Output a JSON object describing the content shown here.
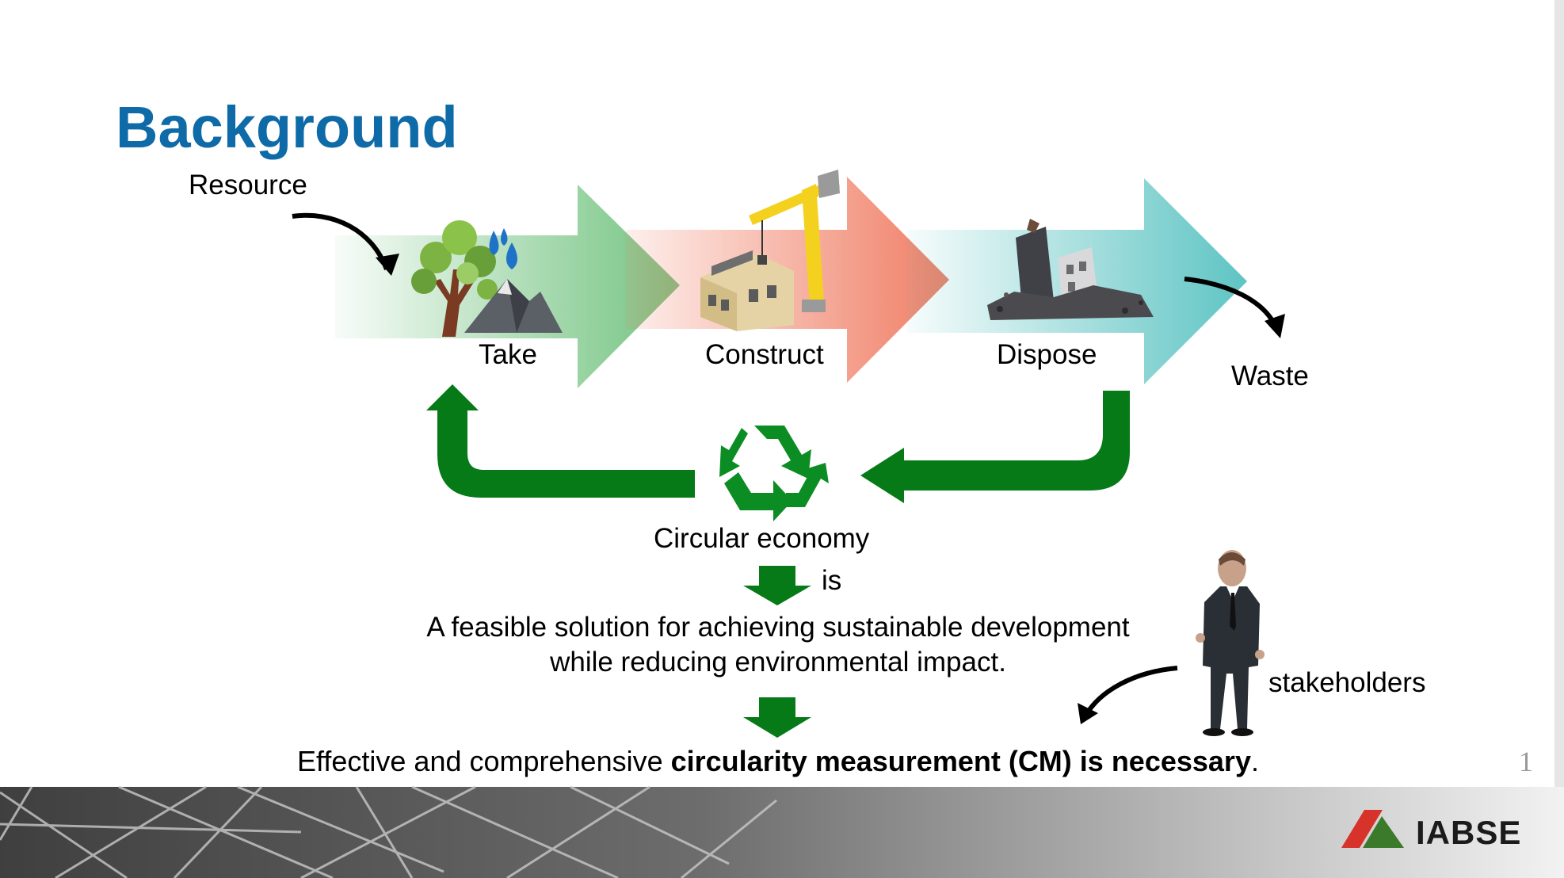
{
  "title": "Background",
  "labels": {
    "resource": "Resource",
    "take": "Take",
    "construct": "Construct",
    "dispose": "Dispose",
    "waste": "Waste",
    "circular_economy": "Circular economy",
    "is": "is",
    "stakeholders": "stakeholders"
  },
  "solution": {
    "line1": "A feasible solution for achieving sustainable development",
    "line2": "while reducing environmental impact."
  },
  "conclusion": {
    "prefix": "Effective and comprehensive ",
    "bold": "circularity measurement (CM) is necessary",
    "suffix": "."
  },
  "page_number": "1",
  "logo": {
    "text": "IABSE",
    "colors": [
      "#d7332a",
      "#3c7a2b"
    ]
  },
  "colors": {
    "title": "#0f6aa8",
    "take_arrow": "#6cc07a",
    "construct_arrow": "#f07d64",
    "dispose_arrow": "#55c1c0",
    "loop_arrow": "#077a18"
  },
  "icons": [
    "tree-icon",
    "water-drops-icon",
    "mountain-icon",
    "building-crane-icon",
    "demolished-building-icon",
    "recycle-icon",
    "businessman-icon"
  ]
}
